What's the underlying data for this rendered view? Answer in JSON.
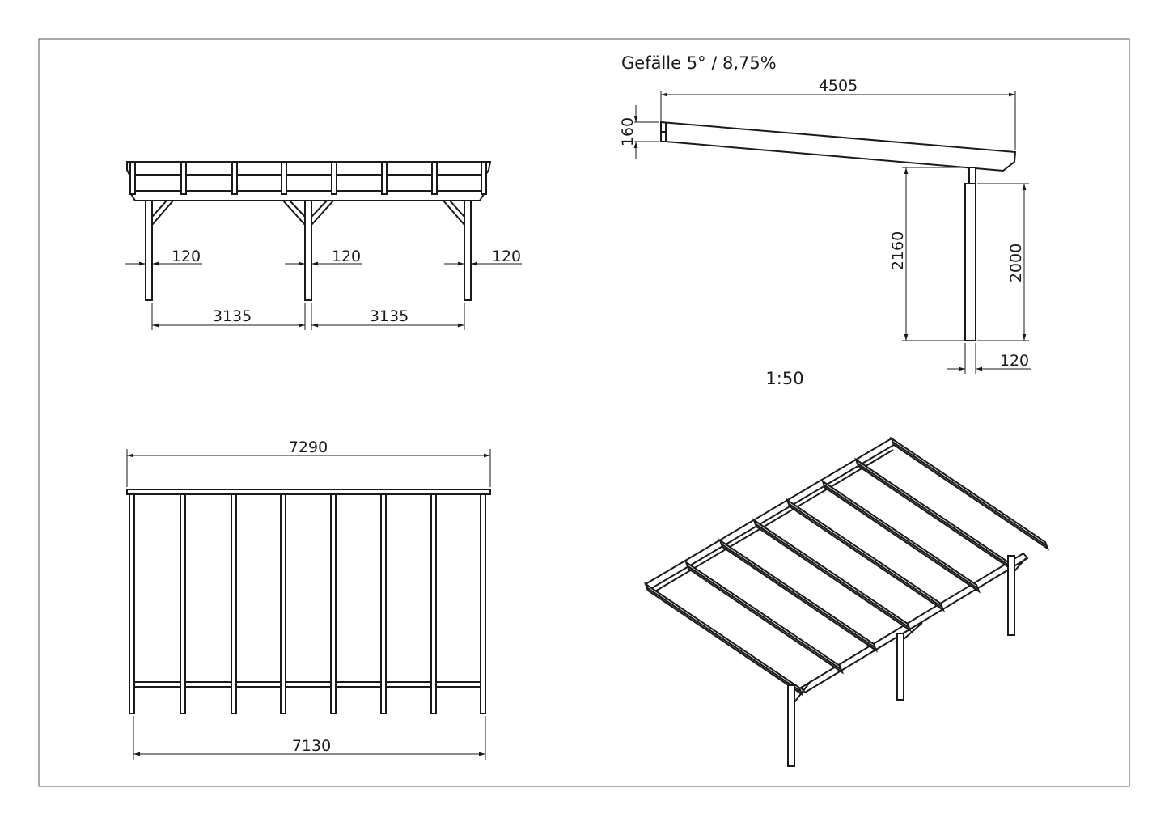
{
  "front_view": {
    "post_width_labels": [
      "120",
      "120",
      "120"
    ],
    "span_labels": [
      "3135",
      "3135"
    ]
  },
  "side_view": {
    "slope_label": "Gefälle 5° / 8,75%",
    "depth_label": "4505",
    "beam_height_label": "160",
    "total_height_label": "2160",
    "post_height_label": "2000",
    "post_width_label": "120",
    "scale_label": "1:50"
  },
  "plan_view": {
    "roof_width_label": "7290",
    "post_span_label": "7130"
  }
}
